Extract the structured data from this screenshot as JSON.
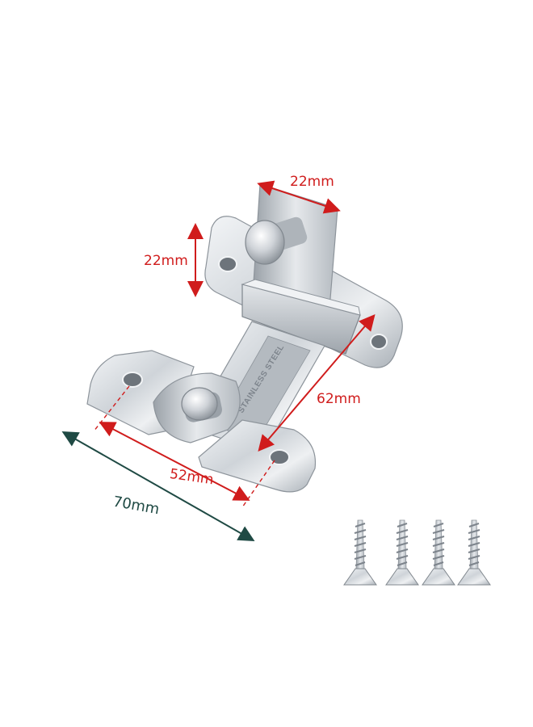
{
  "product": {
    "engraving": "STAINLESS STEEL",
    "screw_count": 4
  },
  "dimensions": {
    "pin_width": "22mm",
    "plate_height": "22mm",
    "bar_length": "62mm",
    "hole_spacing": "52mm",
    "overall_length": "70mm"
  },
  "colors": {
    "dimension_red": "#d01c1c",
    "dimension_dark": "#1f4a44",
    "steel_light": "#e9ecef",
    "steel_mid": "#c3c8ce",
    "steel_dark": "#8d949b"
  },
  "icons": {
    "latch": "stainless-steel-latch-icon",
    "screw": "countersunk-screw-icon"
  }
}
